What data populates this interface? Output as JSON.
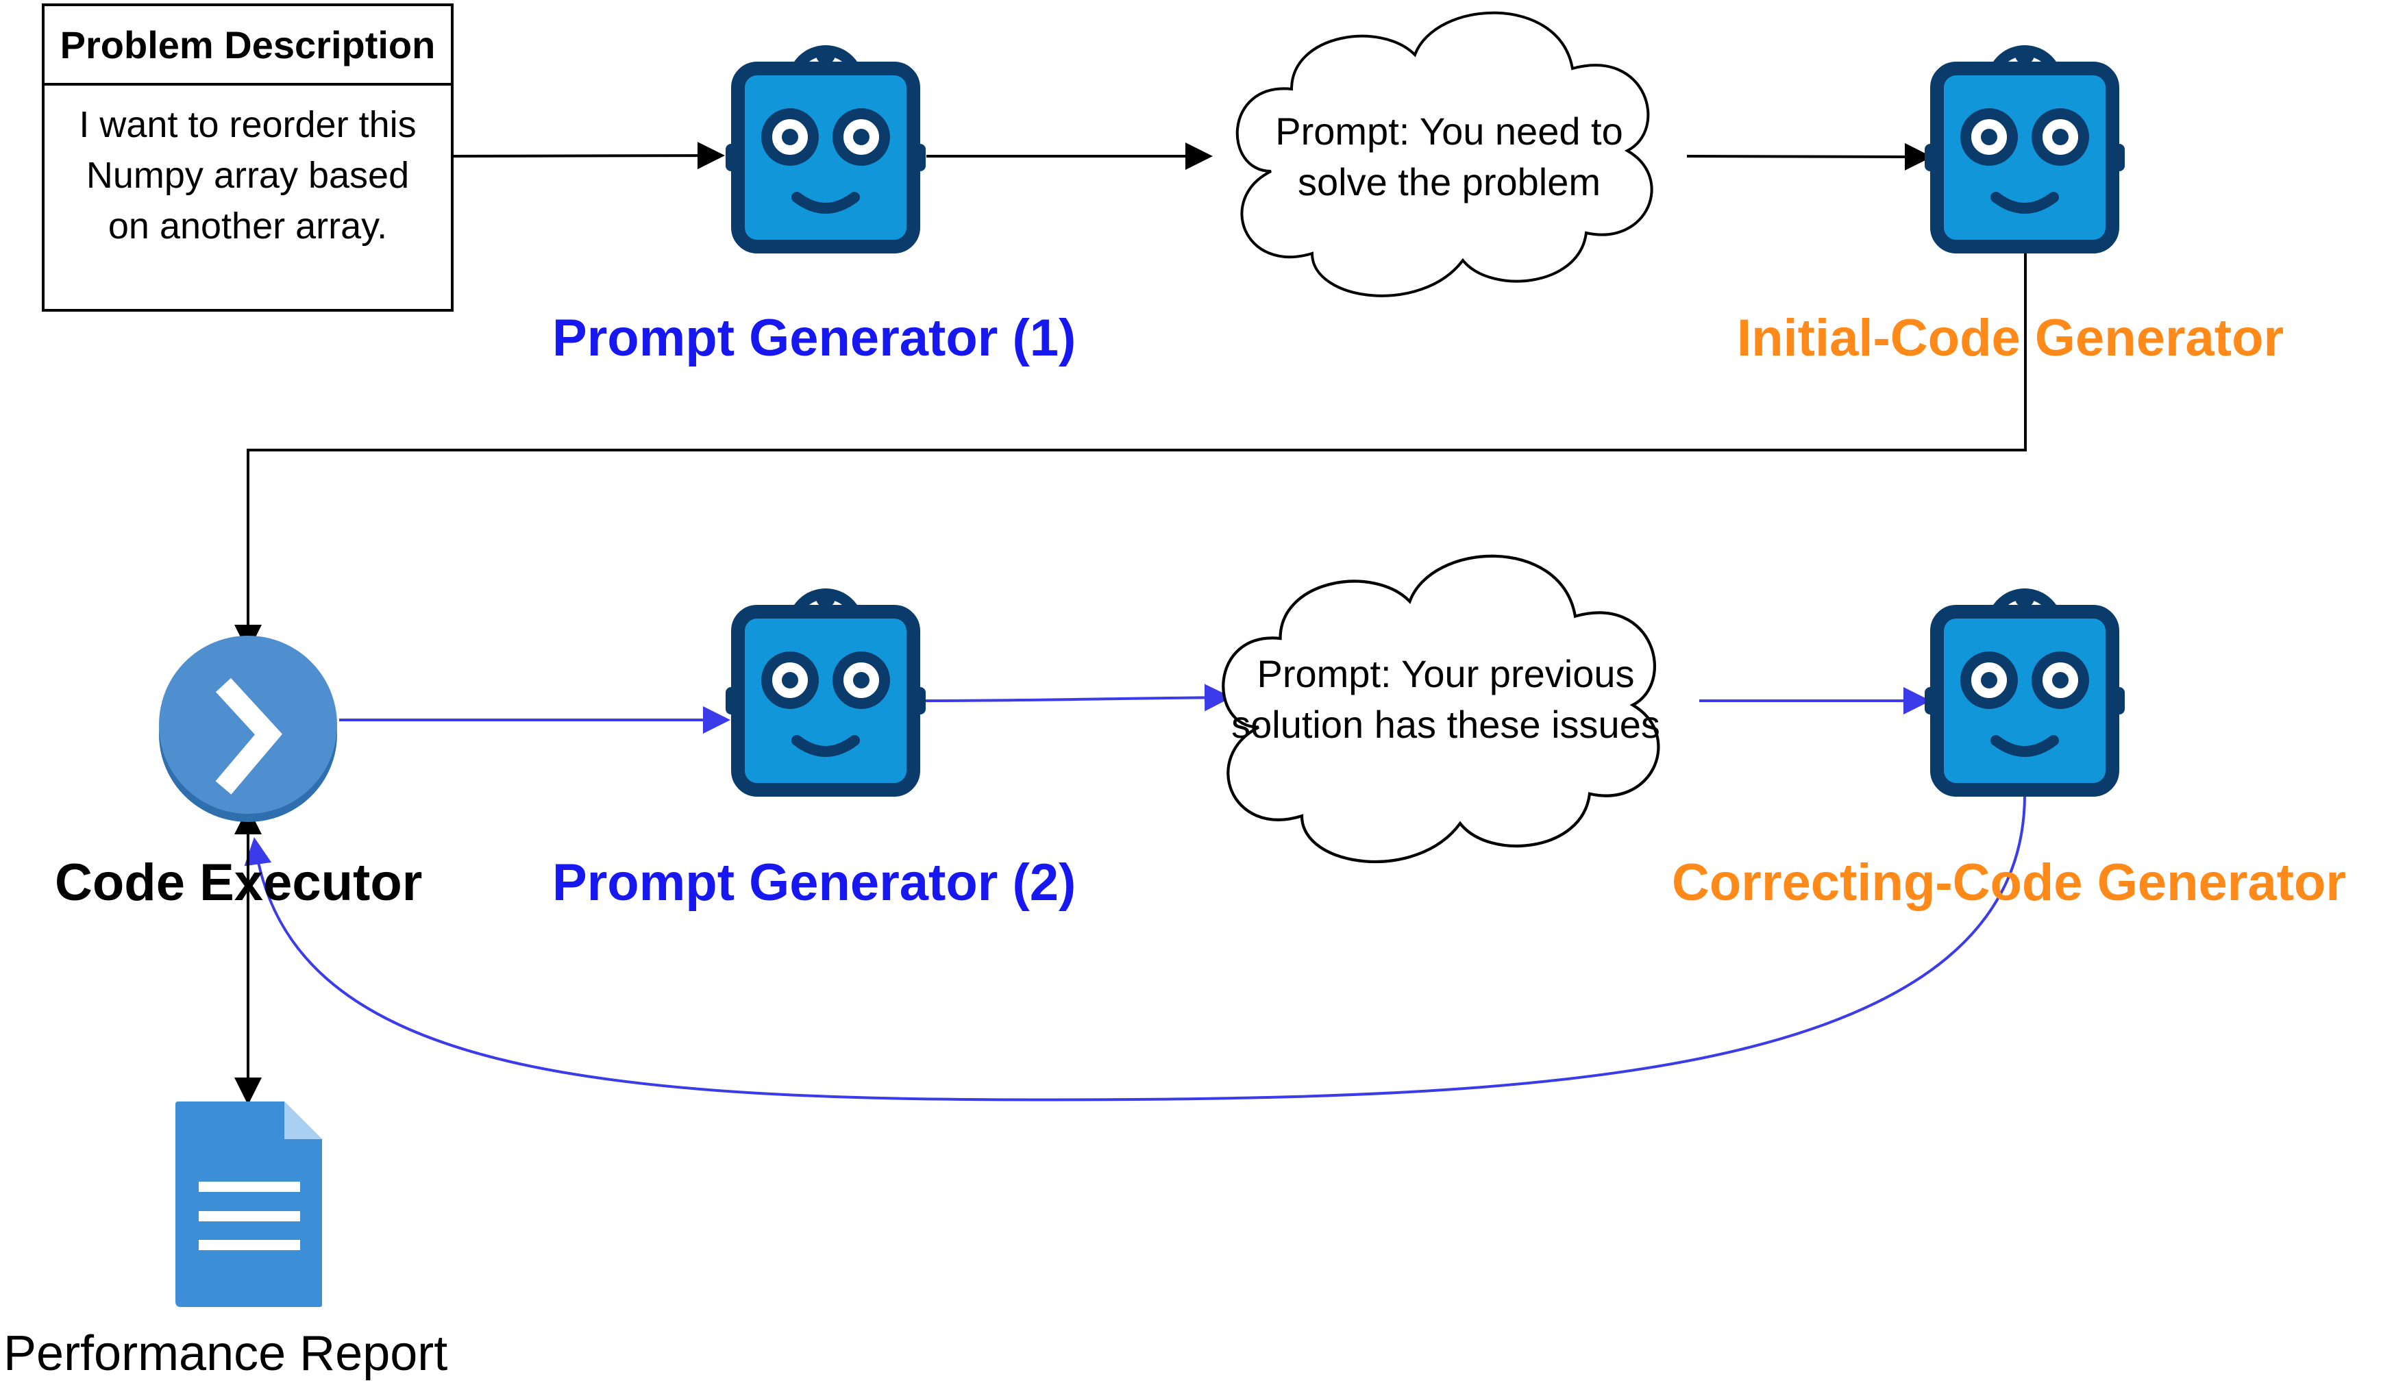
{
  "problem": {
    "header": "Problem Description",
    "lines": [
      "I want to reorder this",
      "Numpy array based",
      "on another array."
    ]
  },
  "agents": {
    "prompt_generator_1": "Prompt Generator (1)",
    "initial_code_generator": "Initial-Code Generator",
    "prompt_generator_2": "Prompt Generator (2)",
    "correcting_code_generator": "Correcting-Code Generator",
    "code_executor": "Code Executor"
  },
  "prompts": {
    "first": [
      "Prompt: You need to",
      "solve the problem"
    ],
    "second": [
      "Prompt: Your previous",
      "solution has these issues"
    ]
  },
  "report": {
    "label": "Performance Report"
  },
  "colors": {
    "robot_fill": "#1197d9",
    "robot_outline": "#0b3b6b",
    "blue_text": "#1717f0",
    "orange_text": "#ff8a1a",
    "blue_arrow": "#3b3bea",
    "executor_fill": "#4f8fcf",
    "document_fill": "#3c8ed6"
  }
}
